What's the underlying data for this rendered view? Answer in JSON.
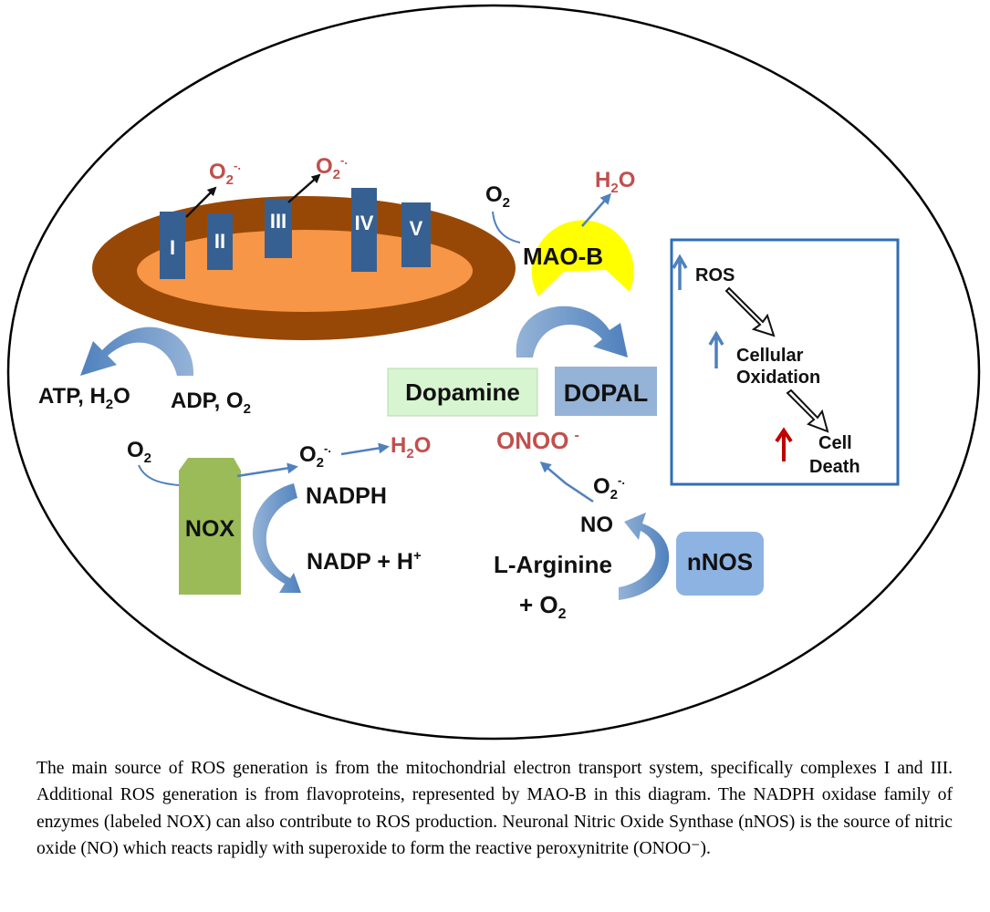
{
  "labels": {
    "complex_1": "I",
    "complex_2": "II",
    "complex_3": "III",
    "complex_4": "IV",
    "complex_5": "V",
    "superoxide_base": "O",
    "superoxide_sub": "2",
    "superoxide_sup": "-.",
    "oxygen_base": "O",
    "oxygen_sub": "2",
    "h2o2_h": "H",
    "h2o2_sub": "2",
    "h2o2_o": "O",
    "mao_b": "MAO-B",
    "atp_h": "ATP, H",
    "atp_sub": "2",
    "atp_o": "O",
    "adp": "ADP, O",
    "adp_sub": "2",
    "dopamine": "Dopamine",
    "dopal": "DOPAL",
    "onoo": "ONOO",
    "onoo_sup": "-",
    "nox": "NOX",
    "nadph": "NADPH",
    "nadp": "NADP + H",
    "nadp_sup": "+",
    "no": "NO",
    "nnos": "nNOS",
    "l_arginine": "L-Arginine",
    "plus_o": "+ O",
    "ros": "ROS",
    "cellular": "Cellular",
    "oxidation": "Oxidation",
    "cell": "Cell",
    "death": "Death"
  },
  "caption": "The main source of ROS generation is from the mitochondrial electron transport system, specifically complexes I and III. Additional ROS generation is from flavoproteins, represented by MAO-B in this diagram. The NADPH oxidase family of enzymes (labeled NOX) can also contribute to ROS production. Neuronal Nitric Oxide Synthase (nNOS) is the source of nitric oxide (NO) which reacts rapidly with superoxide to form the reactive peroxynitrite (ONOO⁻).",
  "colors": {
    "mito_outer": "#974806",
    "mito_inner": "#f79646",
    "complex": "#376092",
    "mao_b": "#ffff00",
    "dopamine_box": "#d7f5d0",
    "dopal_box": "#95b3d7",
    "nox": "#9bbb59",
    "nnos": "#8db3e2",
    "arrow_blue": "#4f81bd",
    "red_text": "#c0504d",
    "red_arrow": "#c00000"
  }
}
